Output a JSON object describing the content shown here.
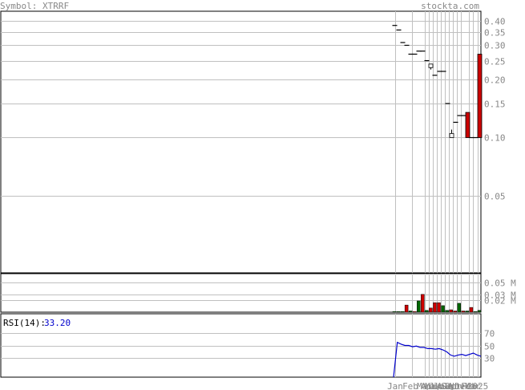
{
  "header": {
    "symbol_label": "Symbol: XTRRF",
    "site": "stockta.com"
  },
  "colors": {
    "up": "#cc0000",
    "down": "#006600",
    "grid": "#c0c0c0",
    "axis": "#000000",
    "rsi_line": "#0000cc",
    "text": "#888888",
    "rsi_value": "#0000cc"
  },
  "chart_data": [
    {
      "type": "candlestick",
      "scale": "log",
      "ylim": [
        0.02,
        0.45
      ],
      "y_ticks": [
        {
          "v": 0.4,
          "label": "0.40"
        },
        {
          "v": 0.35,
          "label": "0.35"
        },
        {
          "v": 0.3,
          "label": "0.30"
        },
        {
          "v": 0.25,
          "label": "0.25"
        },
        {
          "v": 0.2,
          "label": "0.20"
        },
        {
          "v": 0.15,
          "label": "0.15"
        },
        {
          "v": 0.1,
          "label": "0.10"
        },
        {
          "v": 0.05,
          "label": "0.05"
        }
      ],
      "x_ticks": [
        "Jan",
        "Feb",
        "Mar",
        "Apr",
        "May",
        "Jun",
        "Jul",
        "Aug",
        "Sep",
        "Oct",
        "Nov",
        "Dec",
        "Feb",
        "Mar",
        "2025"
      ],
      "candles": [
        {
          "o": 0.38,
          "h": 0.38,
          "l": 0.38,
          "c": 0.38
        },
        {
          "o": 0.36,
          "h": 0.36,
          "l": 0.36,
          "c": 0.36
        },
        {
          "o": 0.31,
          "h": 0.31,
          "l": 0.31,
          "c": 0.31
        },
        {
          "o": 0.3,
          "h": 0.3,
          "l": 0.3,
          "c": 0.3
        },
        {
          "o": 0.27,
          "h": 0.27,
          "l": 0.27,
          "c": 0.27
        },
        {
          "o": 0.27,
          "h": 0.27,
          "l": 0.27,
          "c": 0.27
        },
        {
          "o": 0.28,
          "h": 0.28,
          "l": 0.28,
          "c": 0.28
        },
        {
          "o": 0.28,
          "h": 0.28,
          "l": 0.28,
          "c": 0.28
        },
        {
          "o": 0.25,
          "h": 0.25,
          "l": 0.25,
          "c": 0.25
        },
        {
          "o": 0.24,
          "h": 0.235,
          "l": 0.225,
          "c": 0.23
        },
        {
          "o": 0.21,
          "h": 0.21,
          "l": 0.21,
          "c": 0.21
        },
        {
          "o": 0.22,
          "h": 0.22,
          "l": 0.22,
          "c": 0.22
        },
        {
          "o": 0.22,
          "h": 0.22,
          "l": 0.22,
          "c": 0.22
        },
        {
          "o": 0.15,
          "h": 0.15,
          "l": 0.15,
          "c": 0.15
        },
        {
          "o": 0.105,
          "h": 0.11,
          "l": 0.1,
          "c": 0.1
        },
        {
          "o": 0.12,
          "h": 0.12,
          "l": 0.12,
          "c": 0.12
        },
        {
          "o": 0.13,
          "h": 0.13,
          "l": 0.13,
          "c": 0.13
        },
        {
          "o": 0.13,
          "h": 0.13,
          "l": 0.13,
          "c": 0.13
        },
        {
          "o": 0.1,
          "h": 0.135,
          "l": 0.1,
          "c": 0.135
        },
        {
          "o": 0.1,
          "h": 0.1,
          "l": 0.1,
          "c": 0.1
        },
        {
          "o": 0.1,
          "h": 0.1,
          "l": 0.1,
          "c": 0.1
        },
        {
          "o": 0.1,
          "h": 0.27,
          "l": 0.1,
          "c": 0.27
        }
      ]
    },
    {
      "type": "bar",
      "name": "volume",
      "ylim": [
        0,
        0.065
      ],
      "y_ticks": [
        {
          "v": 0.05,
          "label": "0.05 M"
        },
        {
          "v": 0.03,
          "label": "0.03 M"
        },
        {
          "v": 0.02,
          "label": "0.02 M"
        }
      ],
      "bars": [
        {
          "v": 0.001,
          "dir": "down"
        },
        {
          "v": 0.001,
          "dir": "down"
        },
        {
          "v": 0.001,
          "dir": "down"
        },
        {
          "v": 0.012,
          "dir": "up"
        },
        {
          "v": 0.002,
          "dir": "down"
        },
        {
          "v": 0.001,
          "dir": "up"
        },
        {
          "v": 0.019,
          "dir": "down"
        },
        {
          "v": 0.03,
          "dir": "up"
        },
        {
          "v": 0.003,
          "dir": "down"
        },
        {
          "v": 0.007,
          "dir": "up"
        },
        {
          "v": 0.016,
          "dir": "up"
        },
        {
          "v": 0.016,
          "dir": "up"
        },
        {
          "v": 0.011,
          "dir": "down"
        },
        {
          "v": 0.003,
          "dir": "down"
        },
        {
          "v": 0.004,
          "dir": "up"
        },
        {
          "v": 0.002,
          "dir": "up"
        },
        {
          "v": 0.015,
          "dir": "down"
        },
        {
          "v": 0.002,
          "dir": "up"
        },
        {
          "v": 0.002,
          "dir": "down"
        },
        {
          "v": 0.008,
          "dir": "up"
        },
        {
          "v": 0.001,
          "dir": "down"
        },
        {
          "v": 0.003,
          "dir": "down"
        }
      ]
    },
    {
      "type": "line",
      "name": "RSI",
      "label": "RSI(14):",
      "value_text": "33.20",
      "ylim": [
        0,
        100
      ],
      "y_ticks": [
        {
          "v": 70,
          "label": "70"
        },
        {
          "v": 50,
          "label": "50"
        },
        {
          "v": 30,
          "label": "30"
        }
      ],
      "values": [
        0,
        55,
        52,
        50,
        50,
        48,
        49,
        47,
        47,
        45,
        45,
        44,
        45,
        43,
        40,
        35,
        33,
        35,
        36,
        34,
        36,
        38,
        35,
        33
      ]
    }
  ]
}
